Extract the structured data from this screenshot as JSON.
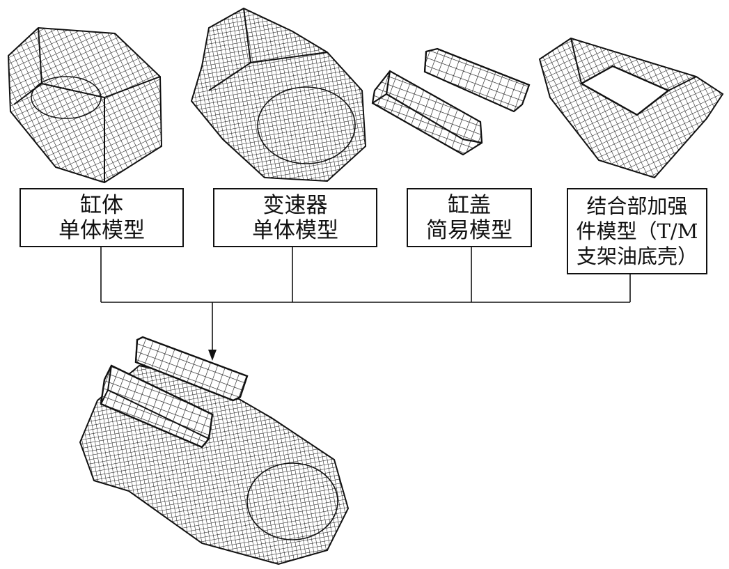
{
  "components": [
    {
      "id": "cylinder-block",
      "lines": [
        "缸体",
        "单体模型"
      ]
    },
    {
      "id": "transmission",
      "lines": [
        "变速器",
        "单体模型"
      ]
    },
    {
      "id": "cylinder-cover",
      "lines": [
        "缸盖",
        "简易模型"
      ]
    },
    {
      "id": "joint-reinforcement",
      "lines": [
        "结合部加强",
        "件模型（T/M",
        "支架油底壳）"
      ]
    }
  ],
  "colors": {
    "line": "#111111",
    "background": "#ffffff"
  }
}
